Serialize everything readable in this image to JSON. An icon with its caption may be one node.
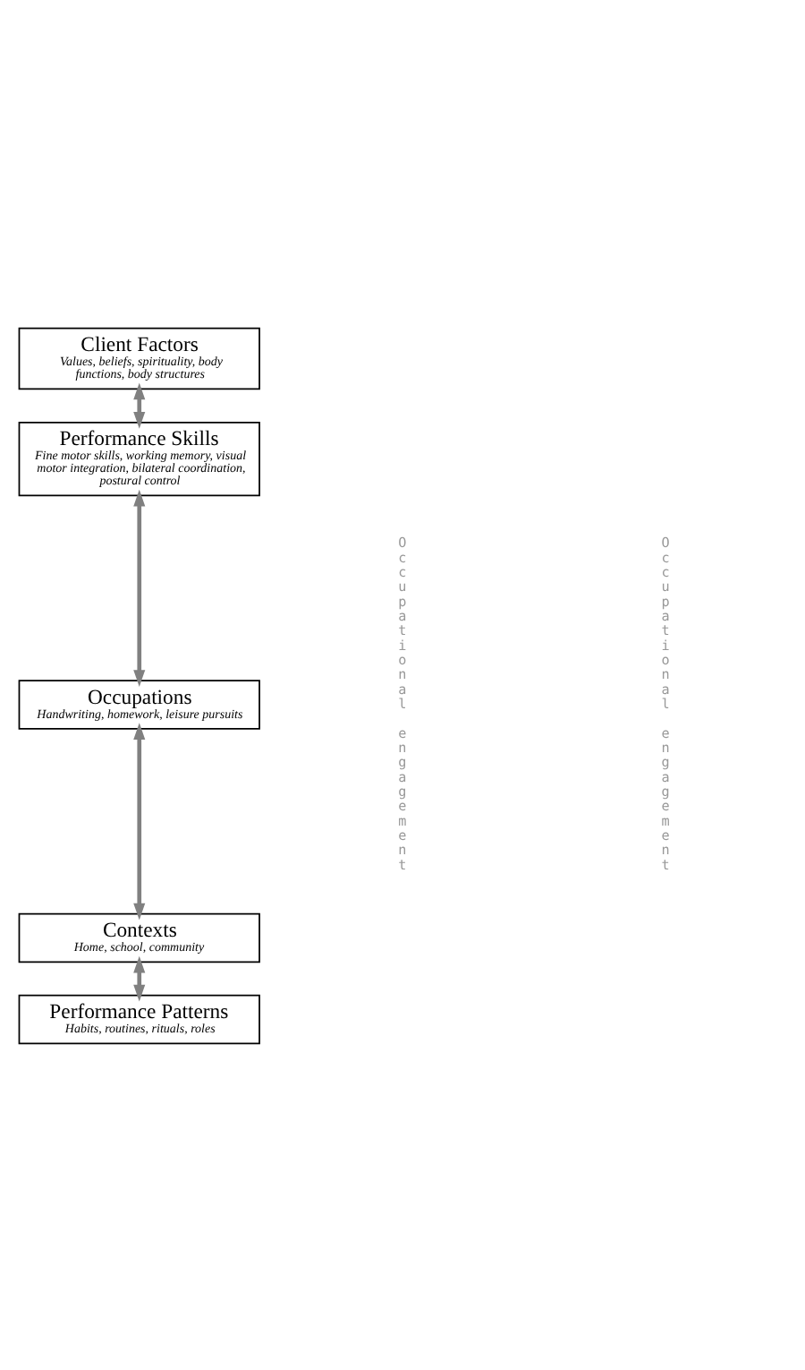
{
  "diagram": {
    "nodes": [
      {
        "text": [
          "Client Factors",
          "Values, beliefs, spirituality, body functions, body structures"
        ]
      },
      {
        "text": [
          "Performance Skills",
          "Fine motor skills, working memory, visual motor integration, bilateral coordination, postural control"
        ]
      },
      {
        "text": [
          "Occupations",
          "Handwriting, homework, leisure pursuits"
        ]
      },
      {
        "text": [
          "Contexts",
          "Home, school, community"
        ]
      },
      {
        "text": [
          "Performance Patterns",
          "Habits, routines, rituals, roles"
        ]
      }
    ],
    "edges": [
      {
        "from": 0,
        "to": 1,
        "arrow": "both"
      },
      {
        "from": 1,
        "to": 2,
        "arrow": "both"
      },
      {
        "from": 2,
        "to": 3,
        "arrow": "both"
      },
      {
        "from": 3,
        "to": 4,
        "arrow": "both"
      }
    ],
    "labels": [
      "Occupational engagement",
      "Occupational engagement"
    ]
  }
}
